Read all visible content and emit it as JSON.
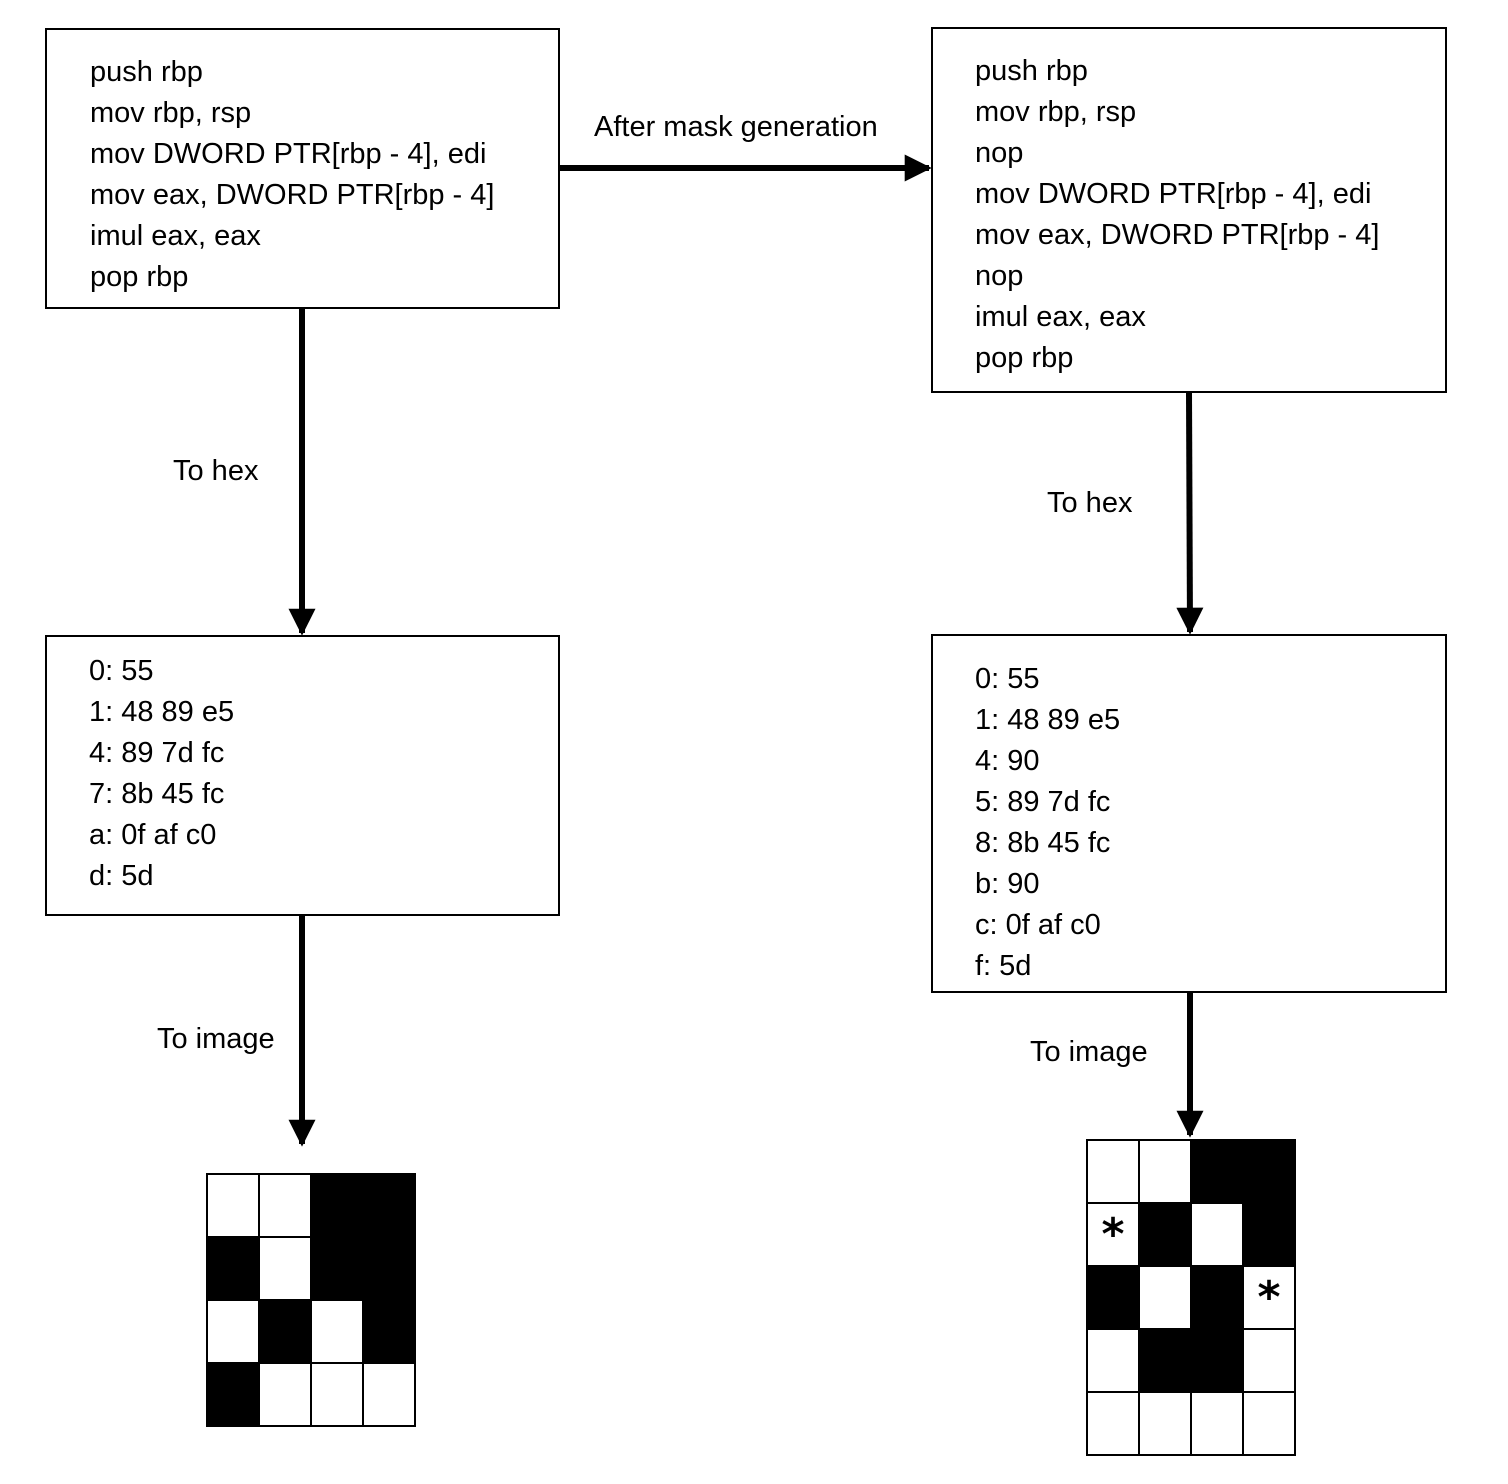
{
  "left_code": [
    "push rbp",
    "mov rbp, rsp",
    "mov DWORD PTR[rbp - 4], edi",
    "mov eax, DWORD PTR[rbp - 4]",
    "imul eax, eax",
    "pop rbp"
  ],
  "right_code": [
    "push rbp",
    "mov rbp, rsp",
    "nop",
    "mov DWORD PTR[rbp - 4], edi",
    "mov eax, DWORD PTR[rbp - 4]",
    "nop",
    "imul eax, eax",
    "pop rbp"
  ],
  "left_hex": [
    "0: 55",
    "1: 48 89 e5",
    "4: 89 7d fc",
    "7: 8b 45 fc",
    "a: 0f af c0",
    "d: 5d"
  ],
  "right_hex": [
    "0: 55",
    "1: 48 89 e5",
    "4: 90",
    "5: 89 7d fc",
    "8: 8b 45 fc",
    "b: 90",
    "c: 0f af c0",
    "f: 5d"
  ],
  "labels": {
    "mask": "After mask generation",
    "to_hex_left": "To hex",
    "to_hex_right": "To hex",
    "to_image_left": "To image",
    "to_image_right": "To image"
  },
  "left_image": [
    [
      "white",
      "white",
      "black",
      "black"
    ],
    [
      "black",
      "white",
      "black",
      "black"
    ],
    [
      "white",
      "black",
      "white",
      "black"
    ],
    [
      "black",
      "white",
      "white",
      "white"
    ]
  ],
  "right_image": [
    [
      "white",
      "white",
      "black",
      "black"
    ],
    [
      "white",
      "black",
      "white",
      "black"
    ],
    [
      "black",
      "white",
      "black",
      "white"
    ],
    [
      "white",
      "black",
      "black",
      "white"
    ],
    [
      "white",
      "white",
      "white",
      "white"
    ]
  ],
  "right_image_marks": [
    {
      "row": 1,
      "col": 0,
      "text": "*"
    },
    {
      "row": 2,
      "col": 3,
      "text": "*"
    }
  ]
}
